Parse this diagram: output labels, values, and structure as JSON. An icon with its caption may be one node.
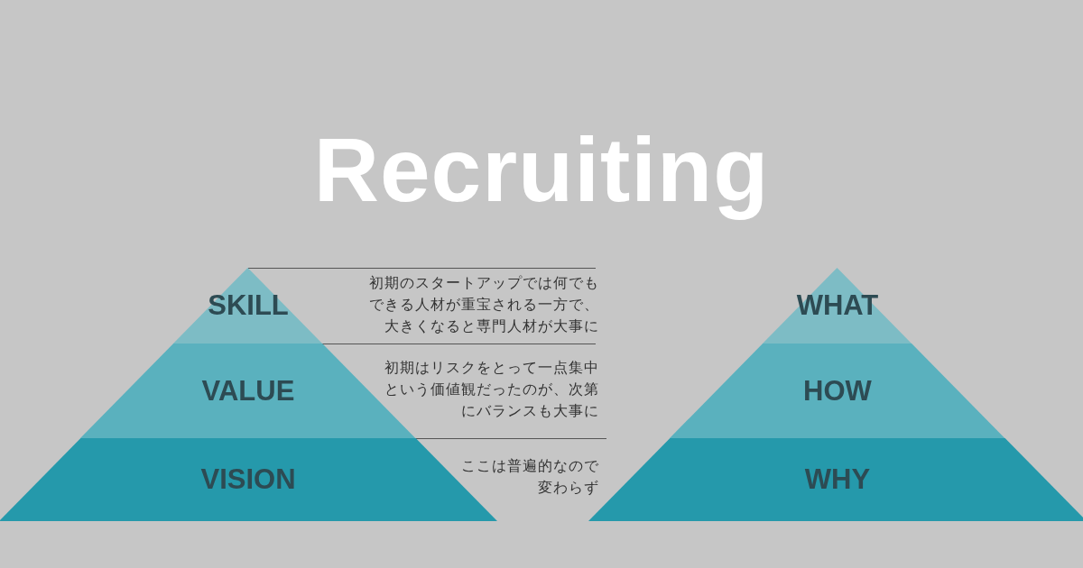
{
  "diagram": {
    "title": "Recruiting",
    "nodes": [
      {
        "text": [
          "SKILL"
        ]
      },
      {
        "text": [
          "VALUE"
        ]
      },
      {
        "text": [
          "VISION"
        ]
      },
      {
        "text": [
          "WHAT"
        ]
      },
      {
        "text": [
          "HOW"
        ]
      },
      {
        "text": [
          "WHY"
        ]
      }
    ],
    "edges": [],
    "labels": [
      "初期のスタートアップでは何でもできる人材が重宝される一方で、大きくなると専門人材が大事に",
      "初期はリスクをとって一点集中という価値観だったのが、次第にバランスも大事に",
      "ここは普遍的なので変わらず"
    ]
  }
}
